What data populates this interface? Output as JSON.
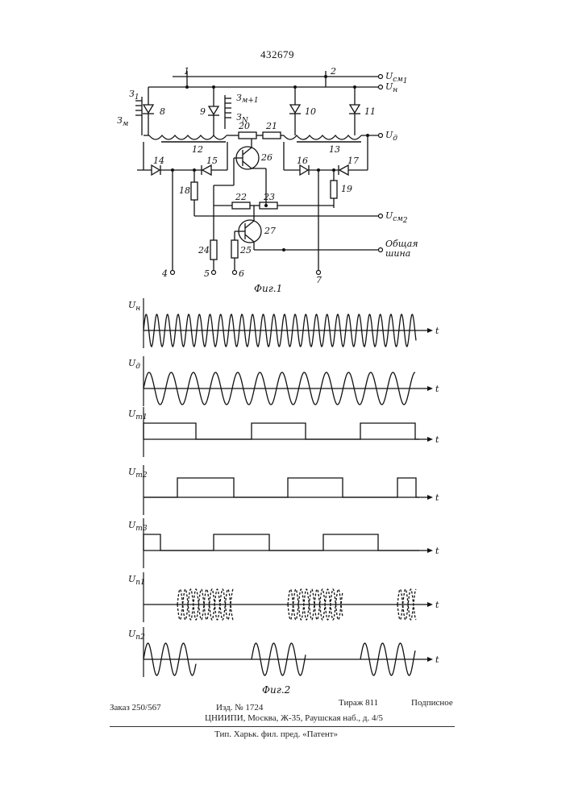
{
  "patent_number": "432679",
  "fig1": {
    "caption": "Фиг.1",
    "terminals": {
      "ucm1": "U",
      "ucm1_sub": "см",
      "ucm1_idx": "1",
      "uh": "U",
      "uh_sub": "н",
      "ud": "U",
      "ud_sub": "д",
      "ucm2": "U",
      "ucm2_sub": "см",
      "ucm2_idx": "2",
      "common_bus_1": "Общая",
      "common_bus_2": "шина"
    },
    "labels": {
      "z1": "З",
      "z1_idx": "1",
      "zm": "З",
      "zm_idx": "м",
      "zm1": "З",
      "zm1_idx": "м+1",
      "zn": "З",
      "zn_idx": "N",
      "n1": "1",
      "n2": "2",
      "n4": "4",
      "n5": "5",
      "n6": "6",
      "n7": "7",
      "d8": "8",
      "d9": "9",
      "d10": "10",
      "d11": "11",
      "t12": "12",
      "t13": "13",
      "d14": "14",
      "d15": "15",
      "d16": "16",
      "d17": "17",
      "r18": "18",
      "r19": "19",
      "r20": "20",
      "r21": "21",
      "r22": "22",
      "r23": "23",
      "r24": "24",
      "r25": "25",
      "q26": "26",
      "q27": "27"
    }
  },
  "fig2": {
    "caption": "Фиг.2",
    "axis_t": "t",
    "plots": [
      {
        "label": "U",
        "sub": "н"
      },
      {
        "label": "U",
        "sub": "д"
      },
      {
        "label": "U",
        "sub": "m1"
      },
      {
        "label": "U",
        "sub": "m2"
      },
      {
        "label": "U",
        "sub": "m3"
      },
      {
        "label": "U",
        "sub": "п1"
      },
      {
        "label": "U",
        "sub": "п2"
      }
    ]
  },
  "footer": {
    "order": "Заказ 250/567",
    "edition": "Изд. № 1724",
    "circulation": "Тираж 811",
    "subscription": "Подписное",
    "publisher": "ЦНИИПИ, Москва, Ж-35, Раушская наб., д. 4/5",
    "printer": "Тип. Харьк. фил. пред. «Патент»"
  }
}
